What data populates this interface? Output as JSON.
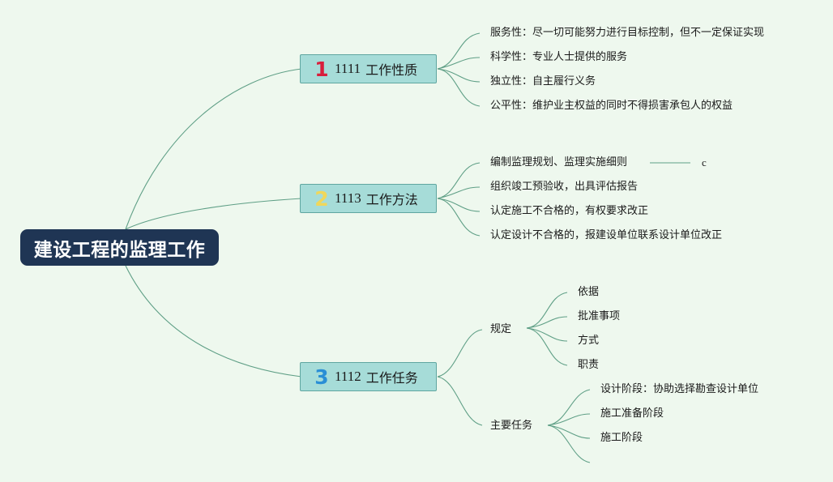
{
  "root": {
    "label": "建设工程的监理工作"
  },
  "branches": [
    {
      "badge": "1",
      "badge_color": "#d81e3c",
      "number": "1111",
      "title": "工作性质",
      "items": [
        "服务性：尽一切可能努力进行目标控制，但不一定保证实现",
        "科学性：专业人士提供的服务",
        "独立性：自主履行义务",
        "公平性：维护业主权益的同时不得损害承包人的权益"
      ]
    },
    {
      "badge": "2",
      "badge_color": "#f0d75a",
      "number": "1113",
      "title": "工作方法",
      "items": [
        "编制监理规划、监理实施细则",
        "组织竣工预验收，出具评估报告",
        "认定施工不合格的，有权要求改正",
        "认定设计不合格的，报建设单位联系设计单位改正"
      ],
      "note": "c"
    },
    {
      "badge": "3",
      "badge_color": "#2a8fd6",
      "number": "1112",
      "title": "工作任务",
      "groups": [
        {
          "label": "规定",
          "items": [
            "依据",
            "批准事项",
            "方式",
            "职责"
          ]
        },
        {
          "label": "主要任务",
          "items": [
            "设计阶段：协助选择勘查设计单位",
            "施工准备阶段",
            "施工阶段"
          ]
        }
      ]
    }
  ],
  "colors": {
    "background": "#eef8ee",
    "root": "#1f3554",
    "branch": "#a6dcd8",
    "line": "#5f9f86"
  }
}
